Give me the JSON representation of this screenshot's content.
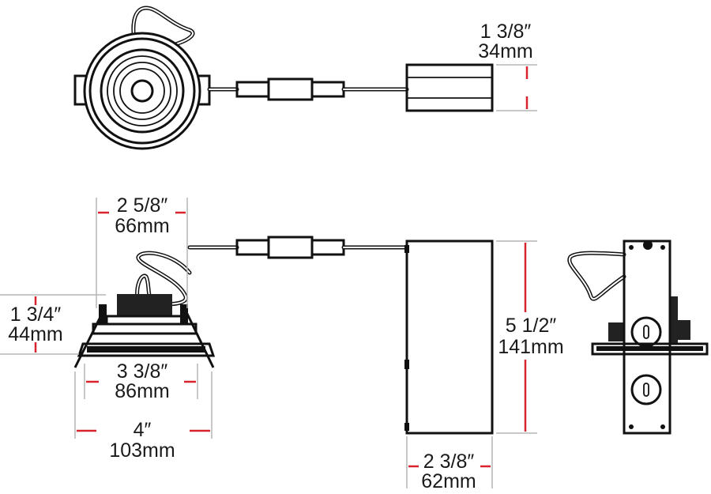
{
  "colors": {
    "accent": "#d8232f",
    "extension": "#b5b5b5",
    "ink": "#111111"
  },
  "top_view": {
    "driver_height": {
      "inches": "1 3/8″",
      "mm": "34mm"
    }
  },
  "side_view": {
    "housing_width": {
      "inches": "2 5/8″",
      "mm": "66mm"
    },
    "fixture_height": {
      "inches": "1 3/4″",
      "mm": "44mm"
    },
    "cutout": {
      "inches": "3 3/8″",
      "mm": "86mm"
    },
    "trim_diameter": {
      "inches": "4″",
      "mm": "103mm"
    },
    "driver_length": {
      "inches": "5 1/2″",
      "mm": "141mm"
    },
    "driver_width": {
      "inches": "2 3/8″",
      "mm": "62mm"
    }
  }
}
